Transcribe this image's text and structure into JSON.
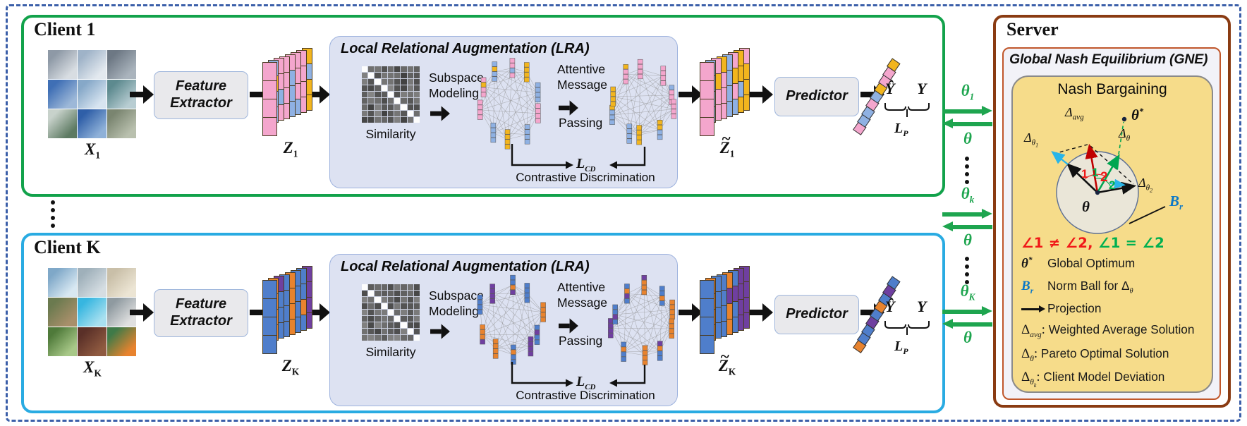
{
  "colors": {
    "outer_dashed_border": "#3b5fa9",
    "client1_border": "#12a24b",
    "clientK_border": "#29abe2",
    "server_border": "#8a3b12",
    "gne_inner_border": "#c0562a",
    "nash_panel_bg": "#f6dc8a",
    "lra_bg": "#dde2f2",
    "theta_green": "#1ea54f",
    "angle_red": "#f01818",
    "angle_green": "#00b050",
    "br_blue": "#0a78c8",
    "delta_avg_red": "#c00000",
    "delta_theta_green": "#00a651",
    "client_deviation_cyan": "#29b5e8"
  },
  "clients": [
    {
      "title": "Client 1",
      "x_base": "X",
      "x_sub": "1",
      "feature_extractor": {
        "line1": "Feature",
        "line2": "Extractor"
      },
      "z_base": "Z",
      "z_sub": "1",
      "lra": {
        "title": "Local Relational Augmentation (LRA)",
        "similarity_label": "Similarity",
        "subspace": {
          "line1": "Subspace",
          "line2": "Modeling"
        },
        "attentive": {
          "line1": "Attentive",
          "line2": "Message",
          "line3": "Passing"
        },
        "lcd_base": "L",
        "lcd_sub": "CD",
        "contrastive_label": "Contrastive Discrimination"
      },
      "ztilde_base": "Z",
      "ztilde_mark": "~",
      "ztilde_sub": "1",
      "predictor_label": "Predictor",
      "yhat": "Ŷ",
      "y": "Y",
      "lp_base": "L",
      "lp_sub": "P",
      "panel_border": "#12a24b",
      "bar_palette": {
        "primary": "#f4a6cd",
        "secondary": "#8fb1e3",
        "tertiary": "#f2b51e"
      },
      "input_tiles": [
        [
          "#8e99a6",
          "#d8dde2"
        ],
        [
          "#9fb3c8",
          "#e3e9ef"
        ],
        [
          "#6d7884",
          "#aab4bd"
        ],
        [
          "#3f6fb5",
          "#9db8d8"
        ],
        [
          "#86a8c8",
          "#d7e4f0"
        ],
        [
          "#5d8a8f",
          "#b8cdd2"
        ],
        [
          "#c8d2cb",
          "#5d7a62"
        ],
        [
          "#2f5fa8",
          "#8fb1d8"
        ],
        [
          "#7a8570",
          "#b9c0ae"
        ]
      ],
      "chain_colors": [
        "#f4a6cd",
        "#8fb1e3",
        "#8fb1e3",
        "#f4a6cd",
        "#8fb1e3",
        "#f2b51e",
        "#f4a6cd",
        "#f4a6cd",
        "#f2b51e"
      ]
    },
    {
      "title": "Client K",
      "x_base": "X",
      "x_sub": "K",
      "feature_extractor": {
        "line1": "Feature",
        "line2": "Extractor"
      },
      "z_base": "Z",
      "z_sub": "K",
      "lra": {
        "title": "Local Relational Augmentation (LRA)",
        "similarity_label": "Similarity",
        "subspace": {
          "line1": "Subspace",
          "line2": "Modeling"
        },
        "attentive": {
          "line1": "Attentive",
          "line2": "Message",
          "line3": "Passing"
        },
        "lcd_base": "L",
        "lcd_sub": "CD",
        "contrastive_label": "Contrastive Discrimination"
      },
      "ztilde_base": "Z",
      "ztilde_mark": "~",
      "ztilde_sub": "K",
      "predictor_label": "Predictor",
      "yhat": "Ŷ",
      "y": "Y",
      "lp_base": "L",
      "lp_sub": "P",
      "panel_border": "#29abe2",
      "bar_palette": {
        "primary": "#4f7ecb",
        "secondary": "#e8832e",
        "tertiary": "#6f3fa0"
      },
      "input_tiles": [
        [
          "#7fa8c8",
          "#d8e8f2"
        ],
        [
          "#9fb0ba",
          "#d5dde2"
        ],
        [
          "#c9bfa8",
          "#ece5d4"
        ],
        [
          "#6b7a4f",
          "#a88f6a"
        ],
        [
          "#37b6e0",
          "#a8e0f0"
        ],
        [
          "#8f9aa0",
          "#e0e0e0"
        ],
        [
          "#4f7a3a",
          "#a8c888"
        ],
        [
          "#5a3028",
          "#8f5a40"
        ],
        [
          "#3f7a48",
          "#e8832e"
        ]
      ],
      "chain_colors": [
        "#e8832e",
        "#4f7ecb",
        "#4f7ecb",
        "#6f3fa0",
        "#4f7ecb",
        "#e8832e",
        "#4f7ecb",
        "#6f3fa0",
        "#4f7ecb"
      ]
    }
  ],
  "theta_column": {
    "color": "#1ea54f",
    "pairs": [
      {
        "up_base": "θ",
        "up_sub": "1",
        "down": "θ"
      },
      {
        "up_base": "θ",
        "up_sub": "k",
        "down": "θ"
      },
      {
        "up_base": "θ",
        "up_sub": "K",
        "down": "θ"
      }
    ]
  },
  "server": {
    "title": "Server",
    "gne_title": "Global Nash Equilibrium (GNE)",
    "nash_title": "Nash Bargaining",
    "diagram": {
      "theta_star_base": "θ",
      "theta_star_sup": "*",
      "delta_avg_base": "Δ",
      "delta_avg_sub": "avg",
      "delta_theta_base": "Δ",
      "delta_theta_sub": "θ",
      "delta_theta1_base": "Δ",
      "delta_theta1_sub": "θ",
      "delta_theta1_subsub": "1",
      "delta_theta2_base": "Δ",
      "delta_theta2_sub": "θ",
      "delta_theta2_subsub": "2",
      "center_label": "θ",
      "br_base": "B",
      "br_sub": "r",
      "angle_red_1": "1",
      "angle_green_1": "1",
      "angle_red_2": "2",
      "angle_green_2": "2"
    },
    "angle_note": {
      "red": "∠1 ≠ ∠2,",
      "green": "∠1 = ∠2"
    },
    "legend": [
      {
        "sym_base": "θ",
        "sym_sup": "*",
        "text": "Global Optimum"
      },
      {
        "sym_base": "B",
        "sym_sub": "r",
        "text_pre": "Norm Ball for Δ",
        "text_sub": "θ"
      },
      {
        "sym_icon": "right-arrow",
        "text": "Projection"
      },
      {
        "sym_base": "Δ",
        "sym_sub": "avg",
        "sep": ":",
        "text": "Weighted Average Solution"
      },
      {
        "sym_base": "Δ",
        "sym_sub": "θ",
        "sep": ":",
        "text": "Pareto Optimal Solution"
      },
      {
        "sym_base": "Δ",
        "sym_sub": "θ",
        "sym_subsub": "k",
        "sep": ":",
        "text": "Client Model Deviation"
      }
    ]
  }
}
